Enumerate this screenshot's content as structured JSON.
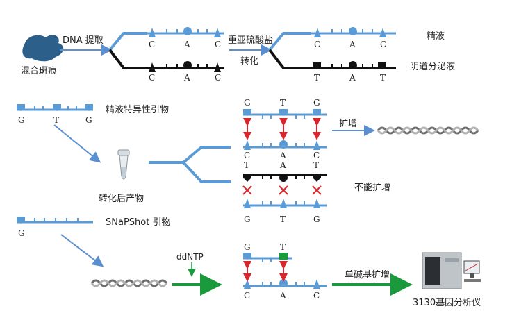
{
  "labels": {
    "stain": "混合斑痕",
    "extract": "DNA 提取",
    "bisulfite_line1": "重亚硫酸盐",
    "bisulfite_line2": "转化",
    "semen": "精液",
    "vaginal": "阴道分泌液",
    "semen_primer": "精液特异性引物",
    "converted": "转化后产物",
    "amplify": "扩增",
    "no_amplify": "不能扩增",
    "snapshot_primer": "SNaPShot 引物",
    "ddntp": "ddNTP",
    "single_base": "单碱基扩增",
    "instrument": "3130基因分析仪"
  },
  "sequences": {
    "extract_top": [
      "C",
      "A",
      "C"
    ],
    "extract_bottom": [
      "C",
      "A",
      "C"
    ],
    "semen_seq": [
      "C",
      "A",
      "C"
    ],
    "vaginal_seq": [
      "T",
      "A",
      "T"
    ],
    "primer_seq": [
      "G",
      "T",
      "G"
    ],
    "template_seq": [
      "C",
      "A",
      "C"
    ],
    "template2_seq": [
      "T",
      "A",
      "T"
    ],
    "primer2_seq": [
      "G",
      "T",
      "G"
    ],
    "snapshot_seq": [
      "G"
    ],
    "sbe_top": [
      "G",
      "T"
    ],
    "sbe_bottom": [
      "C",
      "A",
      "C"
    ]
  },
  "colors": {
    "blue": "#5b9bd5",
    "black": "#111111",
    "red": "#d9262c",
    "green": "#1a9a3c",
    "arrow_blue": "#5b8fcf"
  },
  "icons": [
    "stain-blob-icon",
    "tube-icon",
    "dna-helix-icon",
    "analyzer-icon"
  ]
}
